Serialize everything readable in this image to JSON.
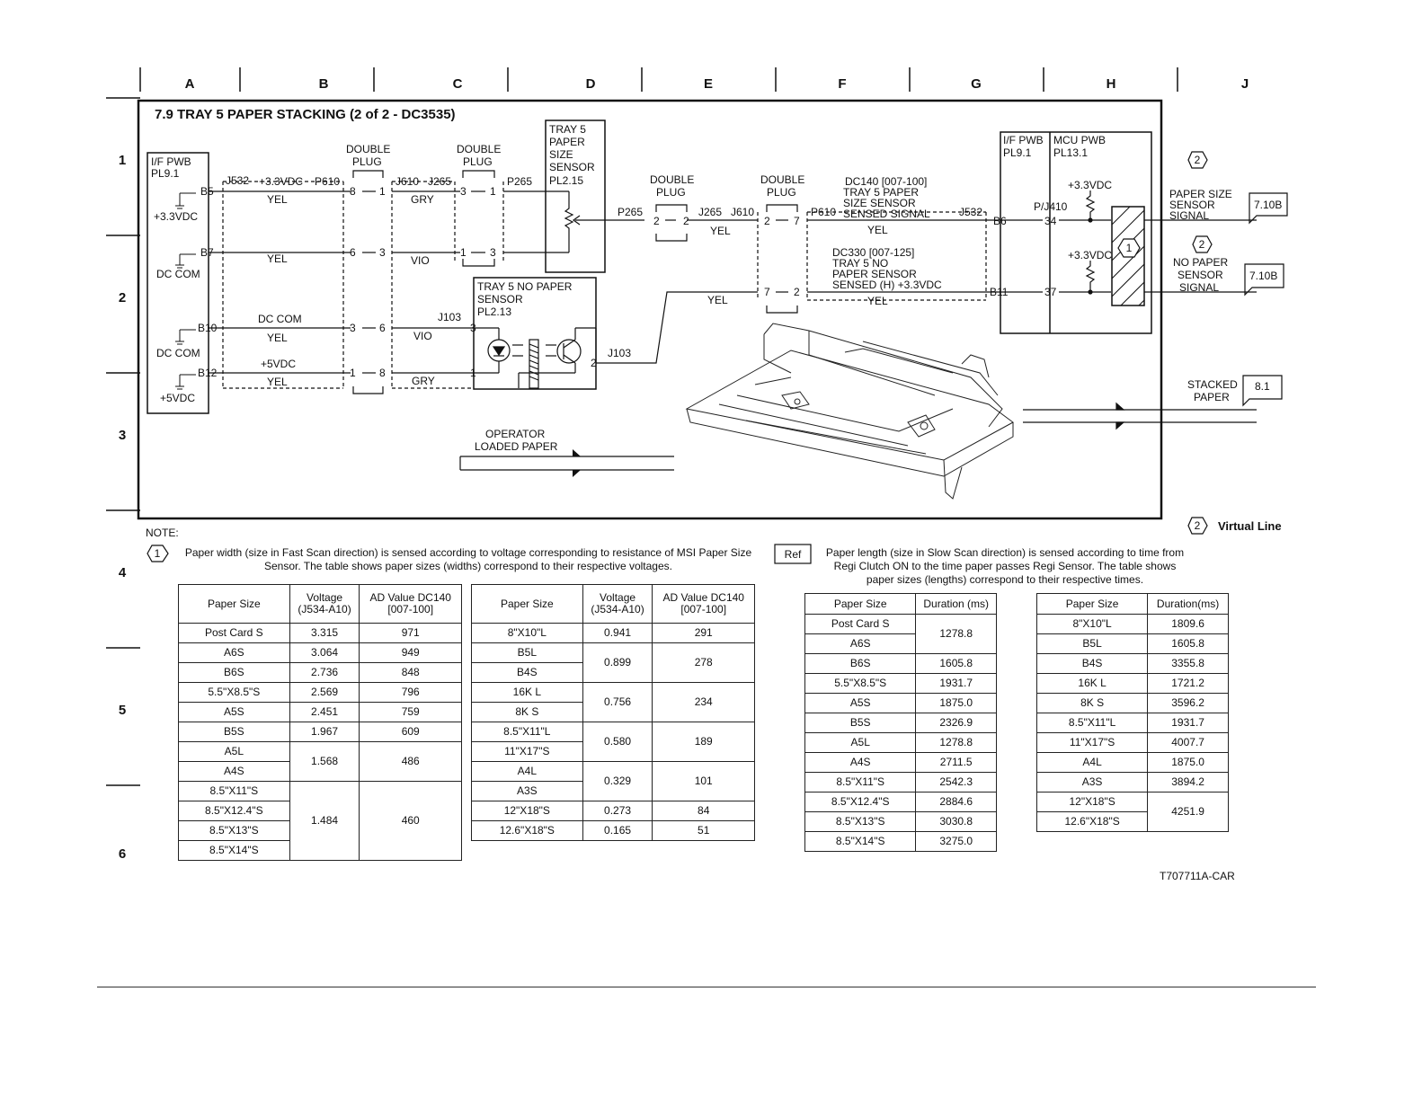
{
  "title": "7.9 TRAY 5 PAPER STACKING (2 of 2 - DC3535)",
  "grid": {
    "columns": [
      "A",
      "B",
      "C",
      "D",
      "E",
      "F",
      "G",
      "H",
      "J"
    ],
    "rows": [
      "1",
      "2",
      "3",
      "4",
      "5",
      "6"
    ]
  },
  "diagram_labels": {
    "if_pwb": "I/F PWB",
    "if_pwb_pl": "PL9.1",
    "pin_b5": "B5",
    "pin_b7": "B7",
    "pin_b10": "B10",
    "pin_b12": "B12",
    "v33": "+3.3VDC",
    "dc_com": "DC COM",
    "v5": "+5VDC",
    "j532": "J532",
    "p610": "P610",
    "j610": "J610",
    "j265": "J265",
    "p265": "P265",
    "double_plug_1": "DOUBLE",
    "double_plug_2": "PLUG",
    "yel": "YEL",
    "gry": "GRY",
    "vio": "VIO",
    "j103": "J103",
    "n8": "8",
    "n1": "1",
    "n6": "6",
    "n3": "3",
    "n2": "2",
    "n7": "7",
    "tray5_sensor": [
      "TRAY 5",
      "PAPER",
      "SIZE",
      "SENSOR",
      "PL2.15"
    ],
    "nopaper_sensor": [
      "TRAY 5 NO PAPER",
      "SENSOR",
      "PL2.13"
    ],
    "dc140": [
      "DC140 [007-100]",
      "TRAY 5 PAPER",
      "SIZE SENSOR",
      "SENSED SIGNAL"
    ],
    "dc330": [
      "DC330 [007-125]",
      "TRAY 5 NO",
      "PAPER SENSOR",
      "SENSED (H) +3.3VDC"
    ],
    "mcu_pwb": "MCU PWB",
    "mcu_pl": "PL13.1",
    "pj410": "P/J410",
    "b6": "B6",
    "b11": "B11",
    "n34": "34",
    "n37": "37",
    "paper_size_signal": [
      "PAPER SIZE",
      "SENSOR",
      "SIGNAL"
    ],
    "no_paper_signal": [
      "NO PAPER",
      "SENSOR",
      "SIGNAL"
    ],
    "ref_710b": "7.10B",
    "stacked_paper": [
      "STACKED",
      "PAPER"
    ],
    "ref_81": "8.1",
    "operator_loaded": [
      "OPERATOR",
      "LOADED PAPER"
    ],
    "hex1": "1",
    "hex2": "2",
    "virtual_line": "Virtual Line",
    "note": "NOTE:",
    "ref_box": "Ref"
  },
  "notes": {
    "width_note": "Paper width (size in Fast Scan direction) is sensed according to voltage corresponding to resistance of MSI Paper Size Sensor.  The table shows paper sizes (widths) correspond to their respective voltages.",
    "length_note": "Paper length (size in Slow Scan direction) is sensed according to time from Regi Clutch ON to the time paper passes Regi Sensor.  The table shows paper sizes (lengths) correspond to their respective times."
  },
  "table_width_1": {
    "headers": [
      "Paper Size",
      "Voltage (J534-A10)",
      "AD Value DC140 [007-100]"
    ],
    "rows": [
      [
        "Post Card S",
        "3.315",
        "971"
      ],
      [
        "A6S",
        "3.064",
        "949"
      ],
      [
        "B6S",
        "2.736",
        "848"
      ],
      [
        "5.5\"X8.5\"S",
        "2.569",
        "796"
      ],
      [
        "A5S",
        "2.451",
        "759"
      ],
      [
        "B5S",
        "1.967",
        "609"
      ],
      [
        "A5L",
        "1.568",
        "486"
      ],
      [
        "A4S",
        "",
        ""
      ],
      [
        "8.5\"X11\"S",
        "1.484",
        "460"
      ],
      [
        "8.5\"X12.4\"S",
        "",
        ""
      ],
      [
        "8.5\"X13\"S",
        "",
        ""
      ],
      [
        "8.5\"X14\"S",
        "",
        ""
      ]
    ]
  },
  "table_width_2": {
    "headers": [
      "Paper Size",
      "Voltage (J534-A10)",
      "AD Value DC140 [007-100]"
    ],
    "rows": [
      [
        "8\"X10\"L",
        "0.941",
        "291"
      ],
      [
        "B5L",
        "0.899",
        "278"
      ],
      [
        "B4S",
        "",
        ""
      ],
      [
        "16K L",
        "0.756",
        "234"
      ],
      [
        "8K S",
        "",
        ""
      ],
      [
        "8.5\"X11\"L",
        "0.580",
        "189"
      ],
      [
        "11\"X17\"S",
        "",
        ""
      ],
      [
        "A4L",
        "0.329",
        "101"
      ],
      [
        "A3S",
        "",
        ""
      ],
      [
        "12\"X18\"S",
        "0.273",
        "84"
      ],
      [
        "12.6\"X18\"S",
        "0.165",
        "51"
      ]
    ]
  },
  "table_length_1": {
    "headers": [
      "Paper Size",
      "Duration (ms)"
    ],
    "rows": [
      [
        "Post Card S",
        "1278.8"
      ],
      [
        "A6S",
        ""
      ],
      [
        "B6S",
        "1605.8"
      ],
      [
        "5.5\"X8.5\"S",
        "1931.7"
      ],
      [
        "A5S",
        "1875.0"
      ],
      [
        "B5S",
        "2326.9"
      ],
      [
        "A5L",
        "1278.8"
      ],
      [
        "A4S",
        "2711.5"
      ],
      [
        "8.5\"X11\"S",
        "2542.3"
      ],
      [
        "8.5\"X12.4\"S",
        "2884.6"
      ],
      [
        "8.5\"X13\"S",
        "3030.8"
      ],
      [
        "8.5\"X14\"S",
        "3275.0"
      ]
    ]
  },
  "table_length_2": {
    "headers": [
      "Paper Size",
      "Duration(ms)"
    ],
    "rows": [
      [
        "8\"X10\"L",
        "1809.6"
      ],
      [
        "B5L",
        "1605.8"
      ],
      [
        "B4S",
        "3355.8"
      ],
      [
        "16K L",
        "1721.2"
      ],
      [
        "8K S",
        "3596.2"
      ],
      [
        "8.5\"X11\"L",
        "1931.7"
      ],
      [
        "11\"X17\"S",
        "4007.7"
      ],
      [
        "A4L",
        "1875.0"
      ],
      [
        "A3S",
        "3894.2"
      ],
      [
        "12\"X18\"S",
        "4251.9"
      ],
      [
        "12.6\"X18\"S",
        ""
      ]
    ]
  },
  "part_id": "T707711A-CAR"
}
